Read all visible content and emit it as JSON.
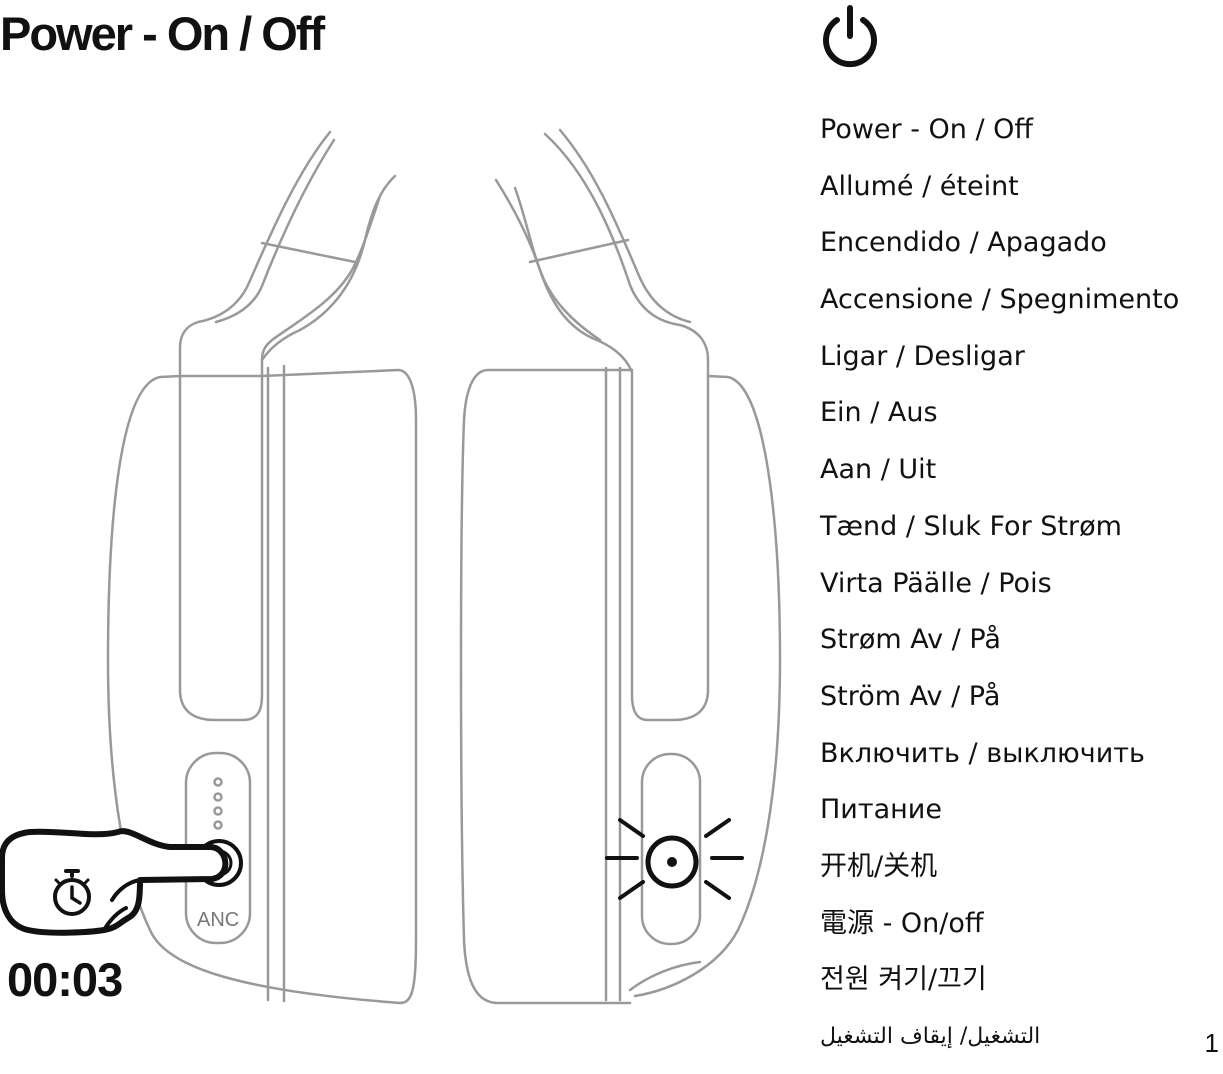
{
  "header": {
    "title": "Power - On / Off",
    "icon": "power-icon"
  },
  "illustration": {
    "anc_label": "ANC",
    "timer": "00:03",
    "stopwatch_icon": "stopwatch-icon",
    "hand_icon": "pointing-hand-icon"
  },
  "languages": [
    "Power - On / Off",
    "Allumé / éteint",
    "Encendido / Apagado",
    "Accensione / Spegnimento",
    "Ligar / Desligar",
    "Ein / Aus",
    "Aan / Uit",
    "Tænd / Sluk For Strøm",
    "Virta Päälle / Pois",
    "Strøm Av / På",
    "Ström Av / På",
    "Включить / выключить",
    "Питание",
    "开机/关机",
    "電源 - On/off",
    "전원 켜기/끄기",
    "التشغيل/ إيقاف التشغيل"
  ],
  "page_number": "1"
}
